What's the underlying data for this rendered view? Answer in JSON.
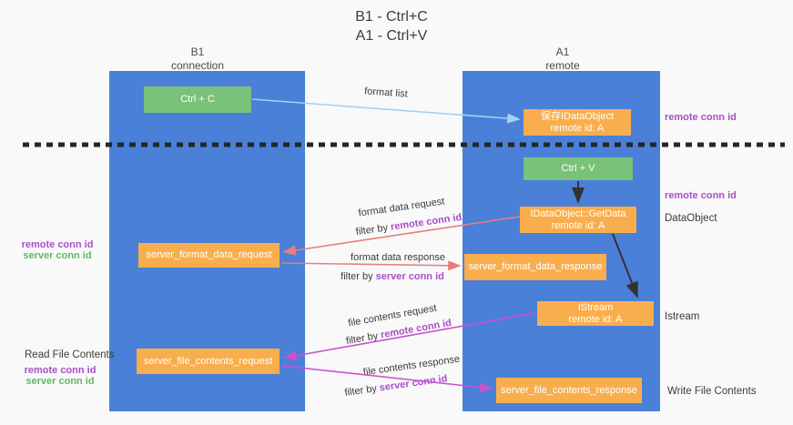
{
  "title": {
    "line1": "B1 - Ctrl+C",
    "line2": "A1 - Ctrl+V"
  },
  "columns": {
    "left": {
      "name": "B1",
      "subtitle": "connection"
    },
    "right": {
      "name": "A1",
      "subtitle": "remote"
    }
  },
  "nodes": {
    "ctrl_c": {
      "label": "Ctrl + C"
    },
    "ctrl_v": {
      "label": "Ctrl + V"
    },
    "save_idataobject": {
      "line1": "保存IDataObject",
      "line2": "remote id: A"
    },
    "getdata": {
      "line1": "IDataObject::GetData",
      "line2": "remote id: A"
    },
    "istream": {
      "line1": "IStream",
      "line2": "remote id: A"
    },
    "server_format_data_request": {
      "label": "server_format_data_request"
    },
    "server_format_data_response": {
      "label": "server_format_data_response"
    },
    "server_file_contents_request": {
      "label": "server_file_contents_request"
    },
    "server_file_contents_response": {
      "label": "server_file_contents_response"
    }
  },
  "annotations": {
    "remote_conn_id": "remote conn id",
    "server_conn_id": "server conn id",
    "dataobject": "DataObject",
    "istream": "Istream",
    "read_file_contents": "Read File Contents",
    "write_file_contents": "Write File Contents"
  },
  "arrow_labels": {
    "format_list": "format list",
    "format_data_request": "format data request",
    "format_data_response": "format data response",
    "file_contents_request": "file contents request",
    "file_contents_response": "file contents response",
    "filter_by": "filter by"
  },
  "colors": {
    "column_blue": "#4a80d8",
    "node_green": "#79c279",
    "node_orange": "#f9ae4d",
    "purple_text": "#a94fc6",
    "green_text": "#62b862",
    "salmon_arrow": "#e87d7d",
    "magenta_arrow": "#ca51ce",
    "lightblue_arrow": "#a5d2f0",
    "black_arrow": "#333333",
    "dashed_divider": "#262626"
  }
}
